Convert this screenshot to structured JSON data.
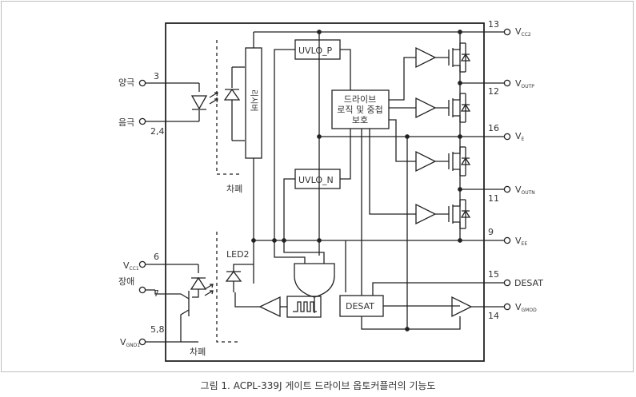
{
  "caption": "그림 1. ACPL-339J 게이트 드라이브 옵토커플러의 기능도",
  "pins": {
    "p13": "13",
    "p12": "12",
    "p16": "16",
    "p11": "11",
    "p9": "9",
    "p15": "15",
    "p14": "14",
    "p3": "3",
    "p24": "2,4",
    "p6": "6",
    "p7": "7",
    "p58": "5,8"
  },
  "signals": {
    "anode": "양극",
    "cathode": "음극",
    "fault": "장애",
    "vcc2": "V",
    "vcc2_sub": "CC2",
    "voutp": "V",
    "voutp_sub": "OUTP",
    "ve": "V",
    "ve_sub": "E",
    "voutn": "V",
    "voutn_sub": "OUTN",
    "vee": "V",
    "vee_sub": "EE",
    "desat": "DESAT",
    "vgmod": "V",
    "vgmod_sub": "GMOD",
    "vcc1": "V",
    "vcc1_sub": "CC1",
    "vgnd1": "V",
    "vgnd1_sub": "GND1"
  },
  "blocks": {
    "uvlo_p": "UVLO_P",
    "uvlo_n": "UVLO_N",
    "drive_logic_1": "드라이브",
    "drive_logic_2": "로직 및 중첩",
    "drive_logic_3": "보호",
    "desat_block": "DESAT",
    "isolation_upper": "차폐",
    "isolation_lower": "차폐",
    "led2": "LED2",
    "receiver": "리시버"
  }
}
